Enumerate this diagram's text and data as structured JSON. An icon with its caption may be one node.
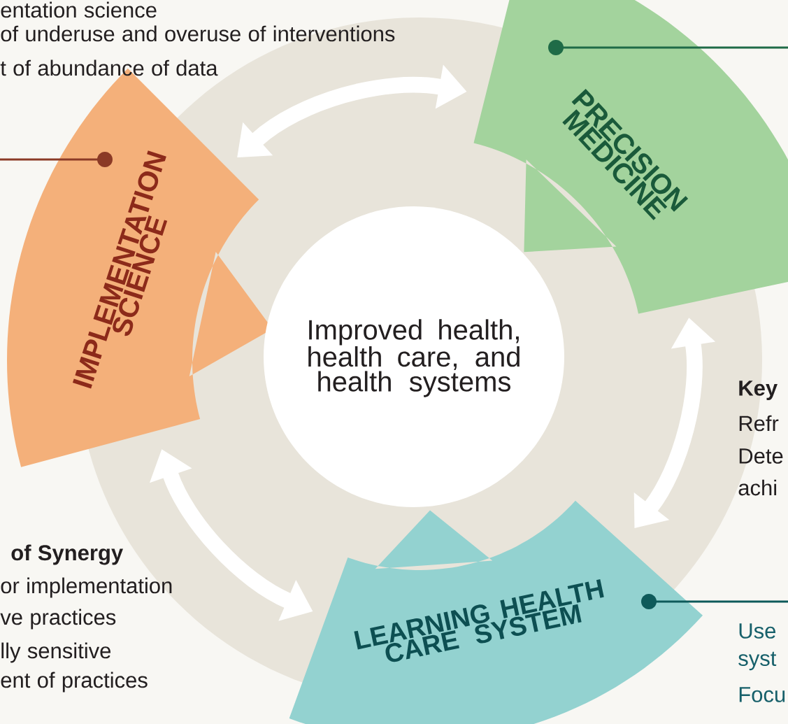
{
  "diagram": {
    "nodes": [
      {
        "text": [
          "IMPLEMENTATION SCIENCE"
        ]
      },
      {
        "text": [
          "PRECISION MEDICINE"
        ]
      },
      {
        "text": [
          "LEARNING HEALTH CARE SYSTEM"
        ]
      },
      {
        "text": [
          "Improved health, health care, and health systems"
        ]
      }
    ],
    "edges": [
      {
        "from": 0,
        "to": 1,
        "arrow": "both",
        "style": "thick"
      },
      {
        "from": 1,
        "to": 2,
        "arrow": "both",
        "style": "thick"
      },
      {
        "from": 2,
        "to": 0,
        "arrow": "both",
        "style": "thick"
      },
      {
        "from": 0,
        "to": null,
        "arrow": "other",
        "color": "#8b3a26"
      },
      {
        "from": 1,
        "to": null,
        "arrow": "other",
        "color": "#1f6b47"
      },
      {
        "from": 2,
        "to": null,
        "arrow": "other",
        "color": "#0e5a5a"
      }
    ],
    "labels": [
      "entation science",
      "of underuse and overuse of interventions",
      "t of abundance of data",
      "Key",
      "Refr",
      "Dete",
      "achi",
      "of Synergy",
      "or implementation",
      "ve practices",
      "lly sensitive",
      "ent of practices",
      "Use",
      "syst",
      "Focu"
    ]
  }
}
